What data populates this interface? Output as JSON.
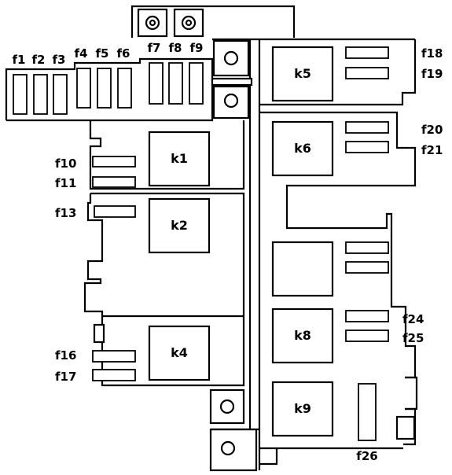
{
  "fuse_labels": {
    "f1": "f1",
    "f2": "f2",
    "f3": "f3",
    "f4": "f4",
    "f5": "f5",
    "f6": "f6",
    "f7": "f7",
    "f8": "f8",
    "f9": "f9",
    "f10": "f10",
    "f11": "f11",
    "f13": "f13",
    "f16": "f16",
    "f17": "f17",
    "f18": "f18",
    "f19": "f19",
    "f20": "f20",
    "f21": "f21",
    "f24": "f24",
    "f25": "f25",
    "f26": "f26"
  },
  "relay_labels": {
    "k1": "k1",
    "k2": "k2",
    "k4": "k4",
    "k5": "k5",
    "k6": "k6",
    "k8": "k8",
    "k9": "k9"
  }
}
